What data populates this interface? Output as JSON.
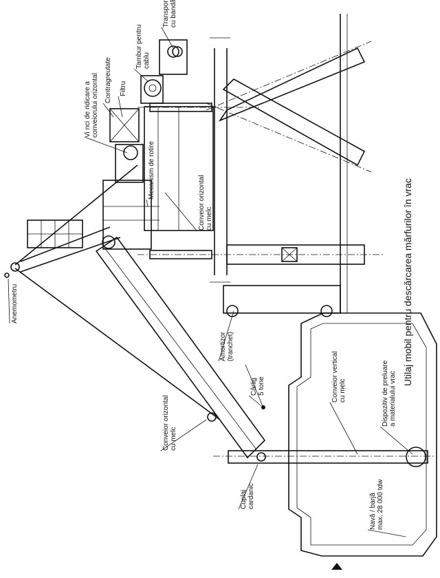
{
  "caption": "Utilaj mobil pentru descărcarea mărfurilor în vrac",
  "labels": {
    "transportor": [
      "Transportor",
      "cu bandă"
    ],
    "tambur": [
      "Tambur pentru",
      "cablu"
    ],
    "filtru": [
      "Filtru"
    ],
    "contragreutate": [
      "Contragreutate"
    ],
    "vinci": [
      "Vi nci de ridicare a",
      "conveiorului orizontal"
    ],
    "mecanism": [
      "Mecanism de rotire"
    ],
    "conveior_sus": [
      "Conveior orizontal",
      "cu melc"
    ],
    "anemometru": [
      "Anemometru"
    ],
    "conveior_jos": [
      "Conveior orizontal",
      "cu melc"
    ],
    "amortizor": [
      "Amortizor",
      "(tranchet)"
    ],
    "carlig": [
      "Cârlig",
      "5 tone"
    ],
    "conveior_vertical": [
      "Conveior vertical",
      "cu melc"
    ],
    "dispozitiv": [
      "Dispozitiv de preluare",
      "a materialului vrac"
    ],
    "cuplaj": [
      "Cuplaj",
      "cardanic"
    ],
    "nava": [
      "Navă / barjă",
      "max. 28 000 tdw"
    ]
  }
}
